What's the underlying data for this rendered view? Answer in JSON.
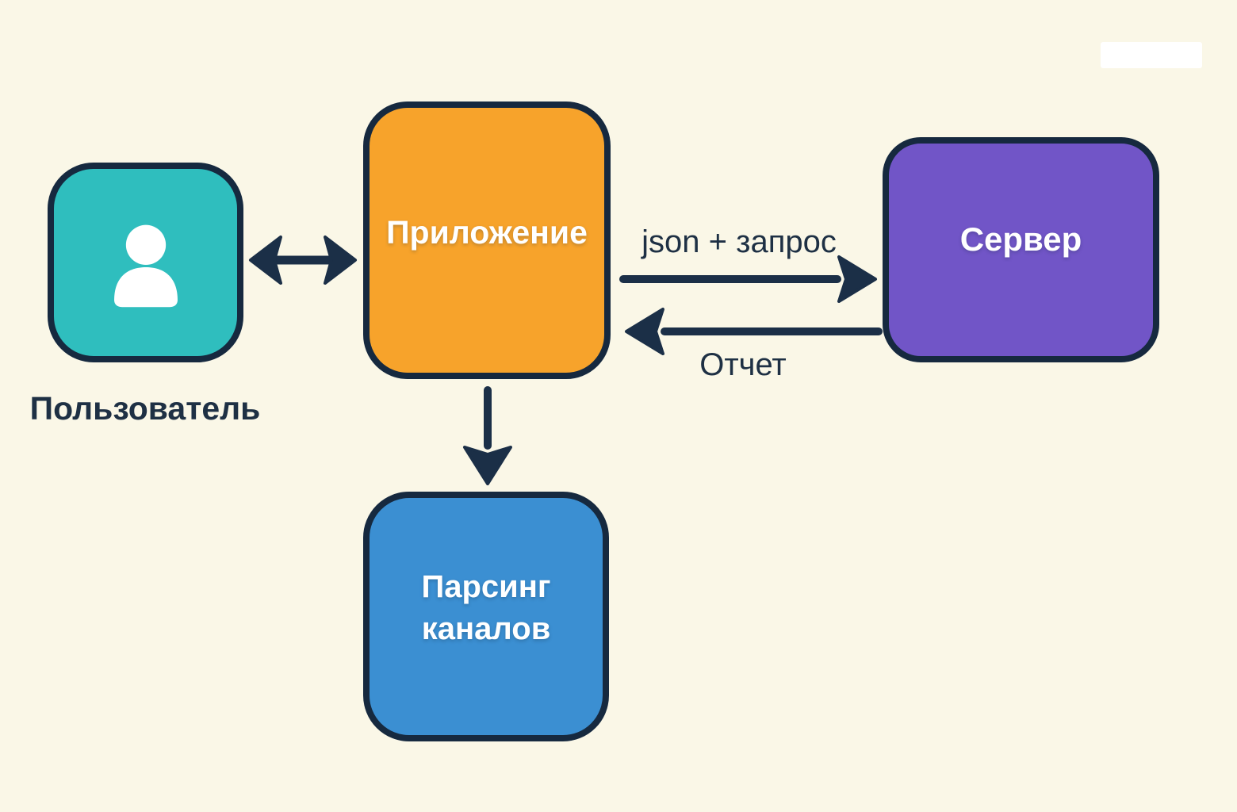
{
  "diagram": {
    "title": "App / server interaction diagram",
    "background_color": "#FAF7E7",
    "stroke_color": "#1B2F47",
    "nodes": {
      "user": {
        "label": "Пользователь",
        "fill": "#2FBEBE",
        "icon": "person-icon",
        "text_color": "#1E3044"
      },
      "app": {
        "label": "Приложение",
        "fill": "#F7A32B",
        "text_color": "#FFFFFF"
      },
      "server": {
        "label": "Сервер",
        "fill": "#7155C7",
        "text_color": "#FFFFFF"
      },
      "parser": {
        "label": "Парсинг\nканалов",
        "fill": "#3B8FD2",
        "text_color": "#FFFFFF"
      }
    },
    "edges": {
      "user_app": {
        "type": "bidirectional-horizontal",
        "label": ""
      },
      "app_server": {
        "type": "arrow-right",
        "label": "json + запрос"
      },
      "server_app": {
        "type": "arrow-left",
        "label": "Отчет"
      },
      "app_parser": {
        "type": "arrow-down",
        "label": ""
      }
    },
    "overlay": {
      "watermark_cover_color": "#FFFFFF"
    }
  }
}
